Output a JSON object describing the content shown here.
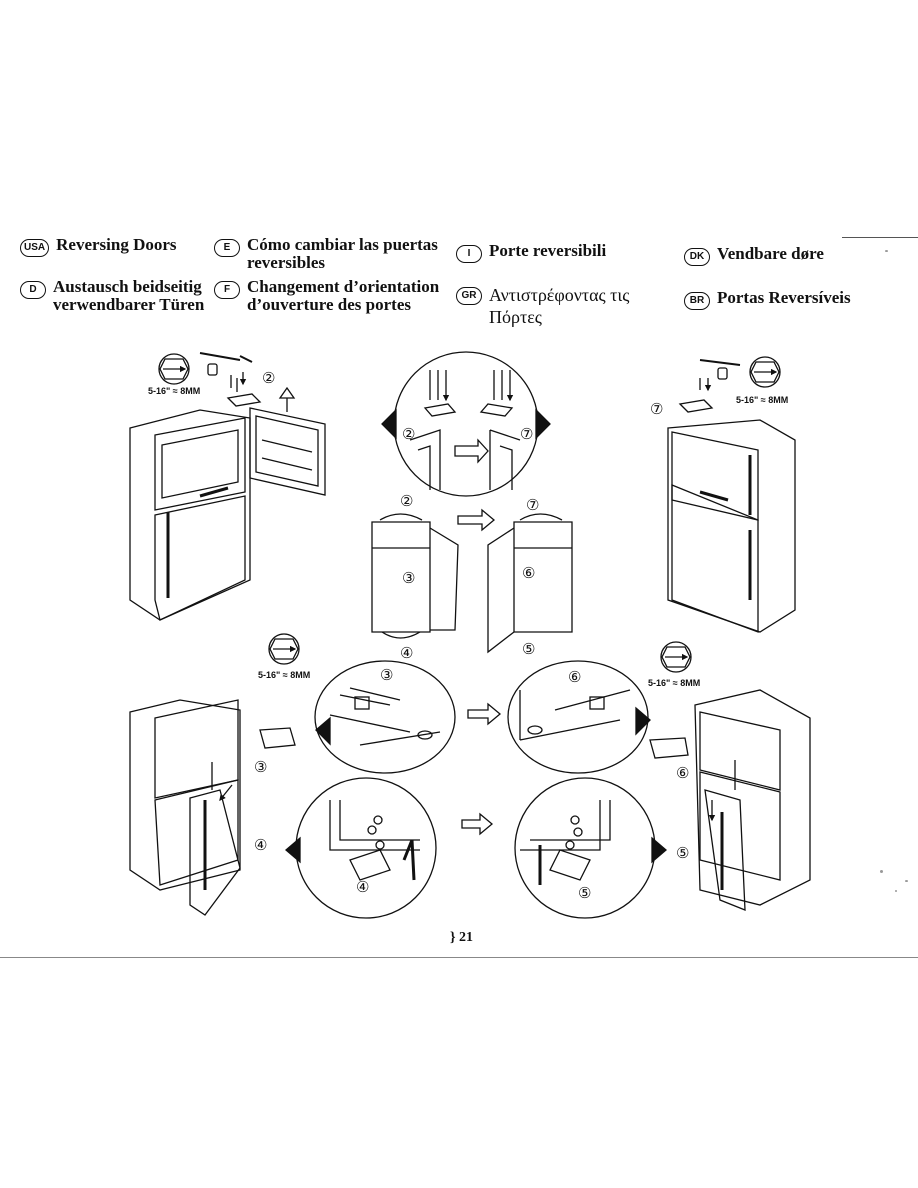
{
  "headings": [
    {
      "code": "USA",
      "lines": [
        "Reversing Doors"
      ]
    },
    {
      "code": "E",
      "lines": [
        "Cómo cambiar las puertas",
        "reversibles"
      ]
    },
    {
      "code": "I",
      "lines": [
        "Porte reversibili"
      ]
    },
    {
      "code": "DK",
      "lines": [
        "Vendbare døre"
      ]
    },
    {
      "code": "D",
      "lines": [
        "Austausch beidseitig",
        "verwendbarer Türen"
      ]
    },
    {
      "code": "F",
      "lines": [
        "Changement d’orientation",
        "d’ouverture des portes"
      ]
    },
    {
      "code": "GR",
      "lines": [
        "Αντιστρέφοντας τις",
        "Πόρτες"
      ]
    },
    {
      "code": "BR",
      "lines": [
        "Portas Reversíveis"
      ]
    }
  ],
  "tool_size_label": "5-16\" ≈ 8MM",
  "steps": {
    "s2": "②",
    "s3": "③",
    "s4": "④",
    "s5": "⑤",
    "s6": "⑥",
    "s7": "⑦"
  },
  "page_number": "} 21"
}
